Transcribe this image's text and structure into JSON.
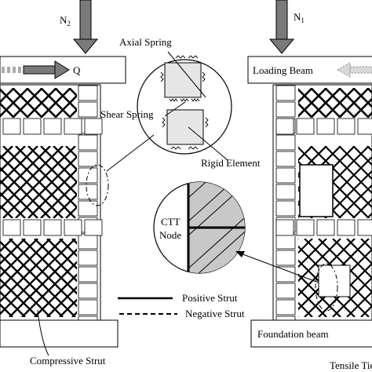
{
  "labels": {
    "n2": "N",
    "n2_sub": "2",
    "n1": "N",
    "n1_sub": "1",
    "q": "Q",
    "loading_beam": "Loading Beam",
    "axial_spring": "Axial Spring",
    "shear_spring": "Shear Spring",
    "rigid_element": "Rigid Element",
    "ctt_line1": "CTT",
    "ctt_line2": "Node",
    "positive_strut": "Positive Strut",
    "negative_strut": "Negative Strut",
    "foundation_beam": "Foundation beam",
    "compressive_strut": "Compressive Strut",
    "tensile_tie": "Tensile Tie"
  },
  "colors": {
    "line": "#000000",
    "arrow_fill": "#808080",
    "arrow_dark": "#555555",
    "element_fill": "#e6e6e6",
    "hatch_fill": "#c8c8c8"
  }
}
